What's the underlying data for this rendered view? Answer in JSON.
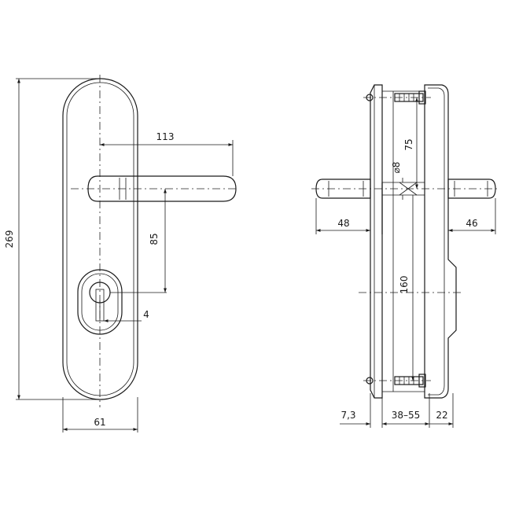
{
  "front_view": {
    "overall_height": "269",
    "width": "61",
    "handle_length": "113",
    "handle_to_cylinder": "85",
    "cylinder_offset": "4"
  },
  "side_view": {
    "fixing_distance": "75",
    "spindle": "⌀8",
    "handle_projection_left": "48",
    "handle_projection_right": "46",
    "screw_spacing": "160",
    "plate_thickness": "7,3",
    "door_thickness": "38–55",
    "protection_depth": "22"
  }
}
